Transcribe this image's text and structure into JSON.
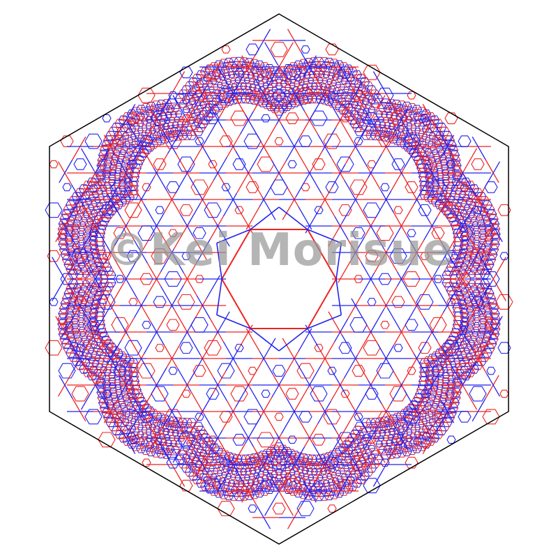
{
  "figure": {
    "kind": "recursive hexagonal tiling",
    "symmetry": "6-fold",
    "colors": {
      "background": "#ffffff",
      "outline": "#000000",
      "red_lines": "#ee2222",
      "blue_lines": "#2222ee",
      "dense_band": "#6a22aa"
    }
  },
  "watermark": {
    "text": "©Kei Morisue"
  }
}
